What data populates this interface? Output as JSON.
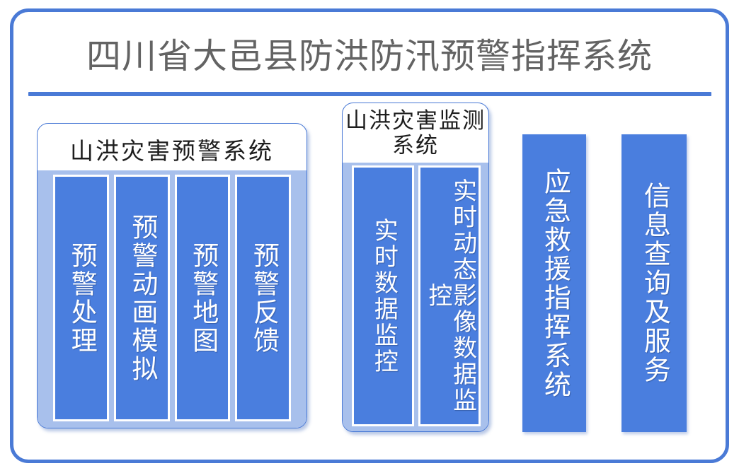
{
  "frame": {
    "accent_color": "#4a7ad6",
    "pillar_color": "#4a7ede",
    "panel_color": "#a8c0ec",
    "title_color": "#636363"
  },
  "header": {
    "title": "四川省大邑县防洪防汛预警指挥系统"
  },
  "groups": [
    {
      "id": "warning-system",
      "title": "山洪灾害预警系统",
      "modules": [
        {
          "label": "预警处理"
        },
        {
          "label": "预警动画模拟"
        },
        {
          "label": "预警地图"
        },
        {
          "label": "预警反馈"
        }
      ]
    },
    {
      "id": "monitor-system",
      "title": "山洪灾害监测系统",
      "modules": [
        {
          "label": "实时数据监控"
        },
        {
          "label": "实时动态影像数据监控"
        }
      ]
    }
  ],
  "standalone_modules": [
    {
      "id": "rescue-command",
      "label": "应急救援指挥系统"
    },
    {
      "id": "info-service",
      "label": "信息查询及服务"
    }
  ]
}
